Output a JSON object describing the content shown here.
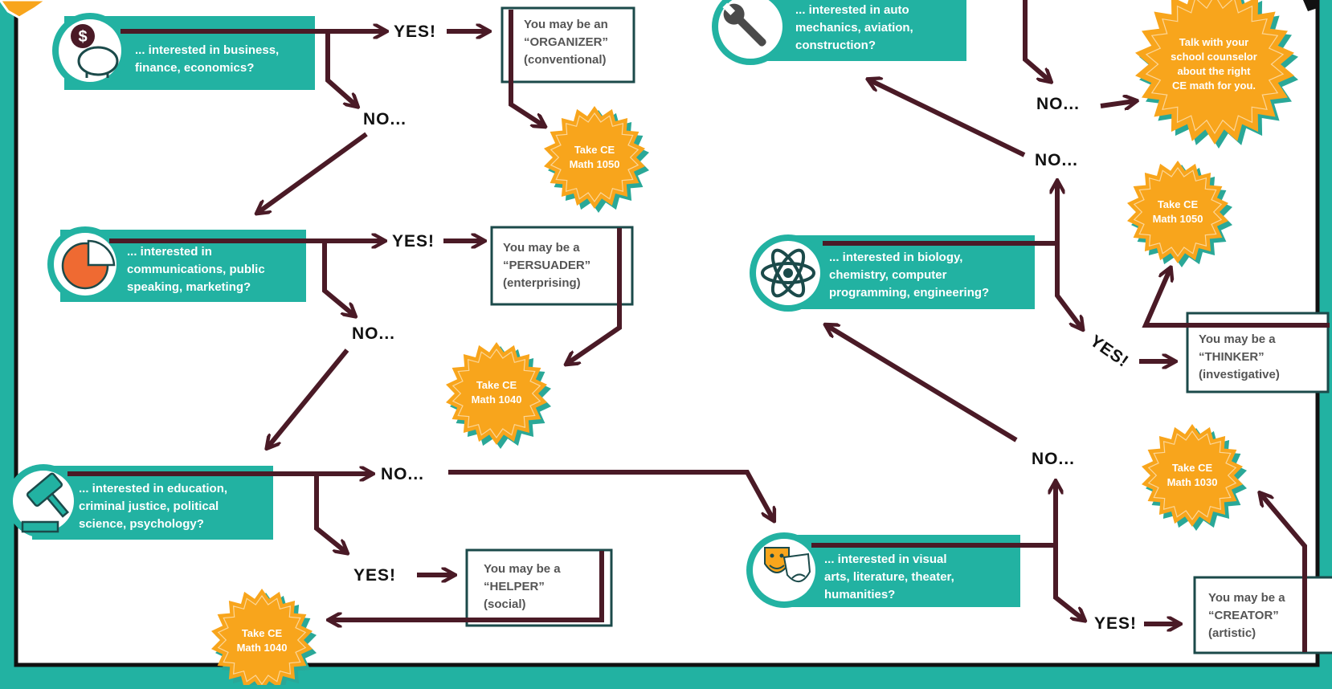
{
  "colors": {
    "teal": "#22b2a2",
    "maroon": "#4a1a26",
    "sun": "#f8a51c",
    "sun_shadow": "#2aa898",
    "white": "#ffffff",
    "dark_teal": "#1b4a4a",
    "coral": "#ef6a32"
  },
  "questions": {
    "business": "... interested in business,\nfinance, economics?",
    "communications": "... interested in\ncommunications, public\nspeaking, marketing?",
    "education": "... interested in education,\ncriminal justice, political\nscience, psychology?",
    "auto": "... interested in auto\nmechanics, aviation,\nconstruction?",
    "biology": "... interested in biology,\nchemistry, computer\nprogramming, engineering?",
    "arts": "... interested in visual\narts, literature, theater,\nhumanities?"
  },
  "answers": {
    "yes": "YES!",
    "no": "NO..."
  },
  "results": {
    "organizer": "You may be an\n“ORGANIZER”\n(conventional)",
    "persuader": "You may be a\n“PERSUADER”\n(enterprising)",
    "helper": "You may be a\n“HELPER”\n(social)",
    "thinker": "You may be a\n“THINKER”\n(investigative)",
    "creator": "You may be a\n“CREATOR”\n(artistic)"
  },
  "suns": {
    "math_1050": "Take CE\nMath 1050",
    "math_1040": "Take CE\nMath 1040",
    "math_1030": "Take CE\nMath 1030",
    "counselor": "Talk with your\nschool counselor\nabout the right\nCE math for you."
  },
  "icons": {
    "business": "piggy-bank-dollar-icon",
    "communications": "pie-chart-icon",
    "education": "gavel-icon",
    "auto": "wrench-icon",
    "biology": "atom-icon",
    "arts": "theater-masks-icon"
  }
}
